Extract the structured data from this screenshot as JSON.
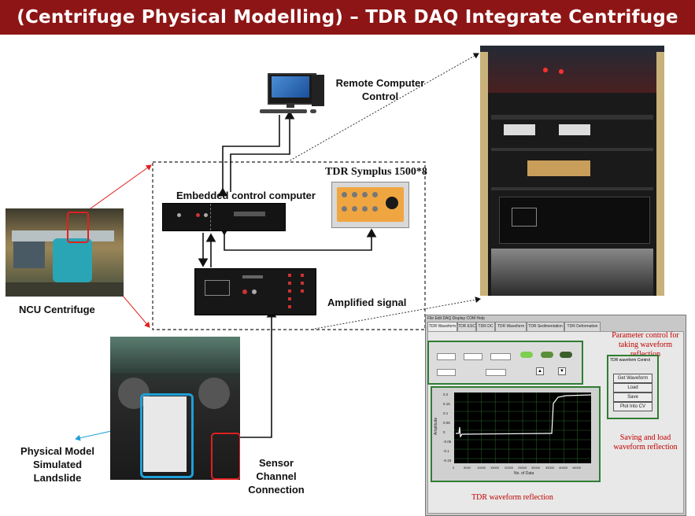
{
  "title": "(Centrifuge Physical Modelling) – TDR DAQ Integrate Centrifuge DAQ",
  "labels": {
    "remote_computer": "Remote Computer Control",
    "tdr_symplus": "TDR Symplus 1500*8",
    "embedded_computer": "Embedded control computer",
    "amplified_signal": "Amplified signal",
    "ncu_centrifuge": "NCU Centrifuge",
    "physical_model": "Physical Model Simulated Landslide",
    "sensor_channel": "Sensor Channel Connection"
  },
  "software": {
    "menu": "File  Edit  DAQ  Display COM  Help",
    "tabs": [
      "TDR Waveform",
      "TDR ESC",
      "TDR DC",
      "TDR Waveform",
      "TDR Sedimentation",
      "TDR Deformation"
    ],
    "param_note": "Parameter control for taking waveform reflection",
    "save_note": "Saving and load waveform reflection",
    "waveform_note": "TDR waveform reflection",
    "panel_title": "TDR waveform Control",
    "panel_buttons": [
      "Get Waveform",
      "Load",
      "Save",
      "Plot Into CV"
    ],
    "x_axis_label": "No. of Data",
    "y_axis_label": "Amplitude",
    "x_ticks": [
      "0",
      "5000",
      "10000",
      "15000",
      "20000",
      "25000",
      "30000",
      "35000",
      "40000",
      "45000"
    ],
    "y_ticks": [
      "0.2",
      "0.15",
      "0.1",
      "0.05",
      "0",
      "-0.05",
      "-0.1",
      "-0.15"
    ]
  },
  "colors": {
    "title_bar": "#8e1515",
    "highlight_red": "#e02020",
    "highlight_blue": "#1e9fd8",
    "annotation_red": "#c00000",
    "software_box": "#2e7d32"
  }
}
